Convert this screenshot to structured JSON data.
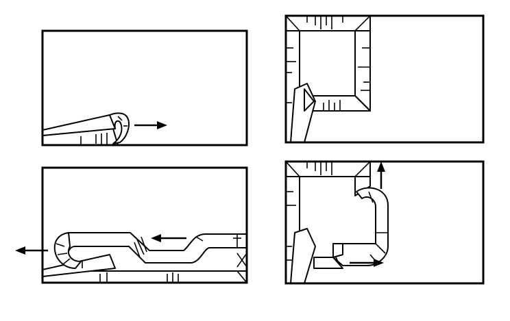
{
  "figure": {
    "panels": [
      {
        "id": "top-left",
        "arrow_direction": "right"
      },
      {
        "id": "top-right",
        "arrow_direction": "none"
      },
      {
        "id": "bottom-left",
        "arrow_direction": "left"
      },
      {
        "id": "bottom-right",
        "arrow_direction": "up-and-right"
      }
    ],
    "colors": {
      "stroke": "#000000",
      "fill": "#ffffff"
    }
  }
}
